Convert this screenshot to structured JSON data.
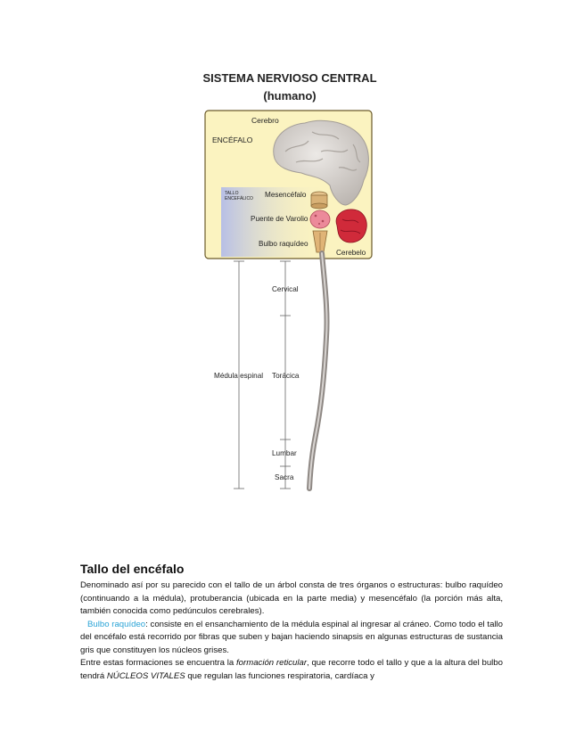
{
  "figure": {
    "title_line1": "SISTEMA NERVIOSO CENTRAL",
    "title_line2": "(humano)",
    "labels": {
      "encefalo": "ENCÉFALO",
      "cerebro": "Cerebro",
      "tallo_line1": "TALLO",
      "tallo_line2": "ENCEFÁLICO",
      "mesencefalo": "Mesencéfalo",
      "puente": "Puente de Varolio",
      "bulbo": "Bulbo raquídeo",
      "cerebelo": "Cerebelo",
      "medula": "Médula espinal",
      "cervical": "Cervical",
      "toracica": "Torácica",
      "lumbar": "Lumbar",
      "sacra": "Sacra"
    },
    "colors": {
      "box_fill": "#fbf3c0",
      "box_border": "#6b5a2a",
      "brain": "#d9d5d2",
      "cerebelo": "#d02a3a",
      "puente": "#ec8a9a",
      "mesencefalo": "#d9b277",
      "spine": "#9b9592",
      "tallo_gradient": "#b7bfe6"
    }
  },
  "article": {
    "heading": "Tallo del encéfalo",
    "p1": "Denominado así por su parecido con el tallo de un árbol consta de tres órganos o estructuras: bulbo raquídeo (continuando a la médula), protuberancia (ubicada en la parte media) y mesencéfalo (la porción más alta, también conocida como pedúnculos cerebrales).",
    "p2_term": "Bulbo raquídeo",
    "p2_rest": ": consiste en el ensanchamiento de la médula espinal al ingresar al cráneo. Como todo el tallo del encéfalo está recorrido por fibras que suben y bajan haciendo sinapsis en algunas estructuras de sustancia gris que constituyen los núcleos grises.",
    "p3_a": "Entre estas formaciones se encuentra la ",
    "p3_italic1": "formación reticular",
    "p3_b": ", que recorre todo el tallo y que a la altura del bulbo tendrá ",
    "p3_italic2": "NÚCLEOS VITALES",
    "p3_c": " que regulan las funciones respiratoria, cardíaca y"
  }
}
